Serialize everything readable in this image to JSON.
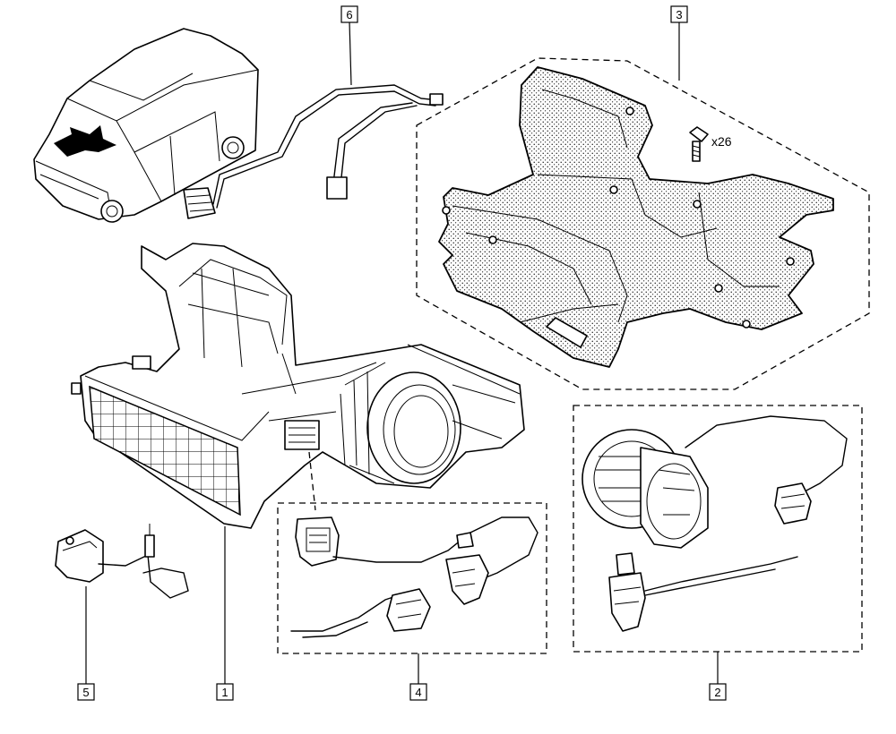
{
  "callouts": [
    {
      "id": "1",
      "label": "1"
    },
    {
      "id": "2",
      "label": "2"
    },
    {
      "id": "3",
      "label": "3"
    },
    {
      "id": "4",
      "label": "4"
    },
    {
      "id": "5",
      "label": "5"
    },
    {
      "id": "6",
      "label": "6"
    }
  ],
  "annotations": {
    "screw_quantity": "x26"
  }
}
